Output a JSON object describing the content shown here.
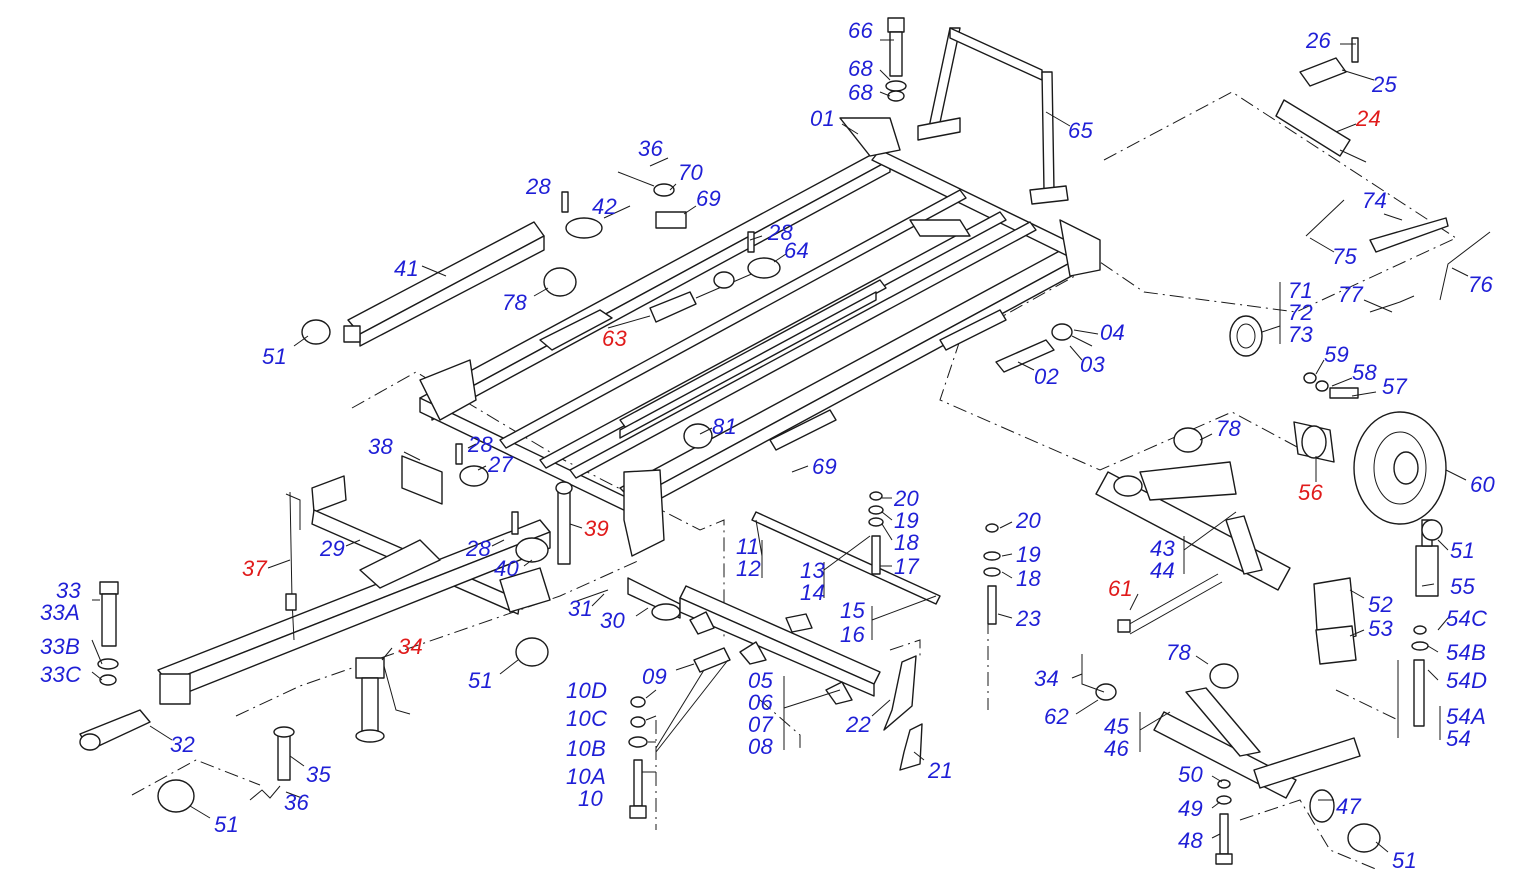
{
  "colors": {
    "normal": "#1f1fd6",
    "highlight": "#e01b1b",
    "line": "#1a1a1a"
  },
  "labels": [
    {
      "id": "l-66",
      "text": "66",
      "kind": "normal"
    },
    {
      "id": "l-68a",
      "text": "68",
      "kind": "normal"
    },
    {
      "id": "l-68b",
      "text": "68",
      "kind": "normal"
    },
    {
      "id": "l-01",
      "text": "01",
      "kind": "normal"
    },
    {
      "id": "l-65",
      "text": "65",
      "kind": "normal"
    },
    {
      "id": "l-26",
      "text": "26",
      "kind": "normal"
    },
    {
      "id": "l-25",
      "text": "25",
      "kind": "normal"
    },
    {
      "id": "l-24",
      "text": "24",
      "kind": "highlight"
    },
    {
      "id": "l-36a",
      "text": "36",
      "kind": "normal"
    },
    {
      "id": "l-70",
      "text": "70",
      "kind": "normal"
    },
    {
      "id": "l-69a",
      "text": "69",
      "kind": "normal"
    },
    {
      "id": "l-28a",
      "text": "28",
      "kind": "normal"
    },
    {
      "id": "l-42",
      "text": "42",
      "kind": "normal"
    },
    {
      "id": "l-28b",
      "text": "28",
      "kind": "normal"
    },
    {
      "id": "l-64",
      "text": "64",
      "kind": "normal"
    },
    {
      "id": "l-74",
      "text": "74",
      "kind": "normal"
    },
    {
      "id": "l-75",
      "text": "75",
      "kind": "normal"
    },
    {
      "id": "l-76",
      "text": "76",
      "kind": "normal"
    },
    {
      "id": "l-41",
      "text": "41",
      "kind": "normal"
    },
    {
      "id": "l-78a",
      "text": "78",
      "kind": "normal"
    },
    {
      "id": "l-63",
      "text": "63",
      "kind": "highlight"
    },
    {
      "id": "l-71",
      "text": "71",
      "kind": "normal"
    },
    {
      "id": "l-72",
      "text": "72",
      "kind": "normal"
    },
    {
      "id": "l-73",
      "text": "73",
      "kind": "normal"
    },
    {
      "id": "l-77",
      "text": "77",
      "kind": "normal"
    },
    {
      "id": "l-04",
      "text": "04",
      "kind": "normal"
    },
    {
      "id": "l-03",
      "text": "03",
      "kind": "normal"
    },
    {
      "id": "l-02",
      "text": "02",
      "kind": "normal"
    },
    {
      "id": "l-51a",
      "text": "51",
      "kind": "normal"
    },
    {
      "id": "l-59",
      "text": "59",
      "kind": "normal"
    },
    {
      "id": "l-58",
      "text": "58",
      "kind": "normal"
    },
    {
      "id": "l-57",
      "text": "57",
      "kind": "normal"
    },
    {
      "id": "l-81",
      "text": "81",
      "kind": "normal"
    },
    {
      "id": "l-78b",
      "text": "78",
      "kind": "normal"
    },
    {
      "id": "l-38",
      "text": "38",
      "kind": "normal"
    },
    {
      "id": "l-28c",
      "text": "28",
      "kind": "normal"
    },
    {
      "id": "l-27",
      "text": "27",
      "kind": "normal"
    },
    {
      "id": "l-69b",
      "text": "69",
      "kind": "normal"
    },
    {
      "id": "l-60",
      "text": "60",
      "kind": "normal"
    },
    {
      "id": "l-56",
      "text": "56",
      "kind": "highlight"
    },
    {
      "id": "l-20a",
      "text": "20",
      "kind": "normal"
    },
    {
      "id": "l-19a",
      "text": "19",
      "kind": "normal"
    },
    {
      "id": "l-18a",
      "text": "18",
      "kind": "normal"
    },
    {
      "id": "l-17",
      "text": "17",
      "kind": "normal"
    },
    {
      "id": "l-20b",
      "text": "20",
      "kind": "normal"
    },
    {
      "id": "l-19b",
      "text": "19",
      "kind": "normal"
    },
    {
      "id": "l-18b",
      "text": "18",
      "kind": "normal"
    },
    {
      "id": "l-23",
      "text": "23",
      "kind": "normal"
    },
    {
      "id": "l-39",
      "text": "39",
      "kind": "highlight"
    },
    {
      "id": "l-29",
      "text": "29",
      "kind": "normal"
    },
    {
      "id": "l-37",
      "text": "37",
      "kind": "highlight"
    },
    {
      "id": "l-28d",
      "text": "28",
      "kind": "normal"
    },
    {
      "id": "l-40",
      "text": "40",
      "kind": "normal"
    },
    {
      "id": "l-11",
      "text": "11",
      "kind": "normal"
    },
    {
      "id": "l-12",
      "text": "12",
      "kind": "normal"
    },
    {
      "id": "l-13",
      "text": "13",
      "kind": "normal"
    },
    {
      "id": "l-14",
      "text": "14",
      "kind": "normal"
    },
    {
      "id": "l-15",
      "text": "15",
      "kind": "normal"
    },
    {
      "id": "l-16",
      "text": "16",
      "kind": "normal"
    },
    {
      "id": "l-43",
      "text": "43",
      "kind": "normal"
    },
    {
      "id": "l-44",
      "text": "44",
      "kind": "normal"
    },
    {
      "id": "l-51b",
      "text": "51",
      "kind": "normal"
    },
    {
      "id": "l-55",
      "text": "55",
      "kind": "normal"
    },
    {
      "id": "l-52",
      "text": "52",
      "kind": "normal"
    },
    {
      "id": "l-54C",
      "text": "54C",
      "kind": "normal"
    },
    {
      "id": "l-53",
      "text": "53",
      "kind": "normal"
    },
    {
      "id": "l-54B",
      "text": "54B",
      "kind": "normal"
    },
    {
      "id": "l-54D",
      "text": "54D",
      "kind": "normal"
    },
    {
      "id": "l-54A",
      "text": "54A",
      "kind": "normal"
    },
    {
      "id": "l-54",
      "text": "54",
      "kind": "normal"
    },
    {
      "id": "l-61",
      "text": "61",
      "kind": "highlight"
    },
    {
      "id": "l-31",
      "text": "31",
      "kind": "normal"
    },
    {
      "id": "l-30",
      "text": "30",
      "kind": "normal"
    },
    {
      "id": "l-33",
      "text": "33",
      "kind": "normal"
    },
    {
      "id": "l-33A",
      "text": "33A",
      "kind": "normal"
    },
    {
      "id": "l-33B",
      "text": "33B",
      "kind": "normal"
    },
    {
      "id": "l-33C",
      "text": "33C",
      "kind": "normal"
    },
    {
      "id": "l-34a",
      "text": "34",
      "kind": "highlight"
    },
    {
      "id": "l-51c",
      "text": "51",
      "kind": "normal"
    },
    {
      "id": "l-09",
      "text": "09",
      "kind": "normal"
    },
    {
      "id": "l-10D",
      "text": "10D",
      "kind": "normal"
    },
    {
      "id": "l-10C",
      "text": "10C",
      "kind": "normal"
    },
    {
      "id": "l-10B",
      "text": "10B",
      "kind": "normal"
    },
    {
      "id": "l-10A",
      "text": "10A",
      "kind": "normal"
    },
    {
      "id": "l-10",
      "text": "10",
      "kind": "normal"
    },
    {
      "id": "l-05",
      "text": "05",
      "kind": "normal"
    },
    {
      "id": "l-06",
      "text": "06",
      "kind": "normal"
    },
    {
      "id": "l-07",
      "text": "07",
      "kind": "normal"
    },
    {
      "id": "l-08",
      "text": "08",
      "kind": "normal"
    },
    {
      "id": "l-22",
      "text": "22",
      "kind": "normal"
    },
    {
      "id": "l-21",
      "text": "21",
      "kind": "normal"
    },
    {
      "id": "l-32",
      "text": "32",
      "kind": "normal"
    },
    {
      "id": "l-35",
      "text": "35",
      "kind": "normal"
    },
    {
      "id": "l-36b",
      "text": "36",
      "kind": "normal"
    },
    {
      "id": "l-51d",
      "text": "51",
      "kind": "normal"
    },
    {
      "id": "l-34b",
      "text": "34",
      "kind": "normal"
    },
    {
      "id": "l-62",
      "text": "62",
      "kind": "normal"
    },
    {
      "id": "l-78c",
      "text": "78",
      "kind": "normal"
    },
    {
      "id": "l-45",
      "text": "45",
      "kind": "normal"
    },
    {
      "id": "l-46",
      "text": "46",
      "kind": "normal"
    },
    {
      "id": "l-50",
      "text": "50",
      "kind": "normal"
    },
    {
      "id": "l-49",
      "text": "49",
      "kind": "normal"
    },
    {
      "id": "l-48",
      "text": "48",
      "kind": "normal"
    },
    {
      "id": "l-47",
      "text": "47",
      "kind": "normal"
    },
    {
      "id": "l-51e",
      "text": "51",
      "kind": "normal"
    }
  ]
}
